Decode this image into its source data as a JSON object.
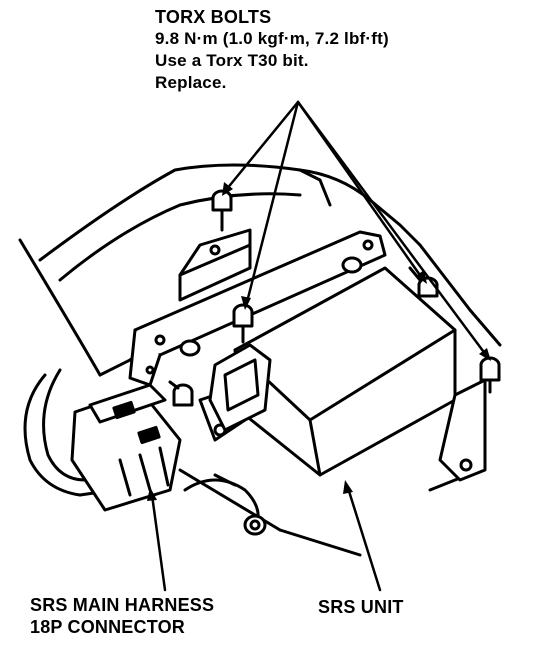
{
  "torx_bolts": {
    "title": "TORX BOLTS",
    "torque": "9.8 N·m (1.0 kgf·m, 7.2 lbf·ft)",
    "tool": "Use a Torx T30 bit.",
    "note": "Replace."
  },
  "harness_connector": {
    "line1": "SRS MAIN HARNESS",
    "line2": "18P CONNECTOR"
  },
  "srs_unit": {
    "label": "SRS UNIT"
  }
}
